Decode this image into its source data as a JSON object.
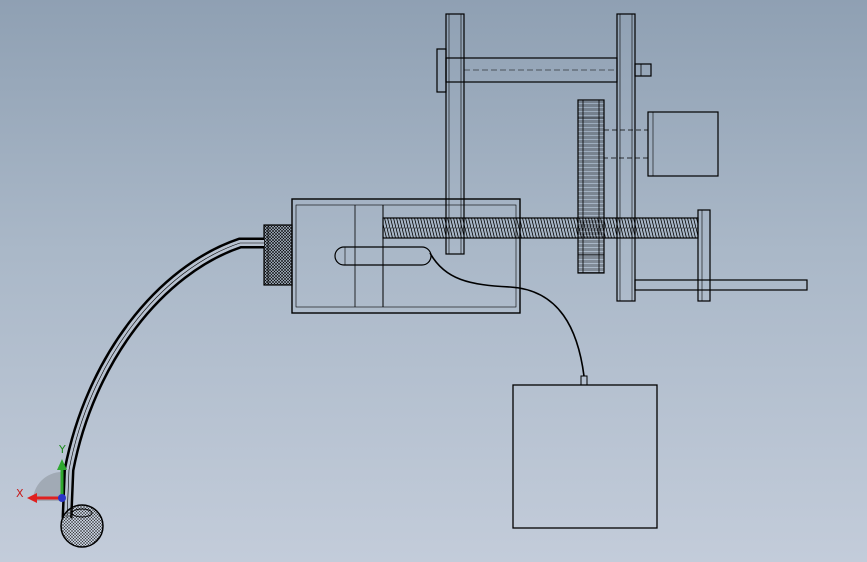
{
  "viewport": {
    "background_top": "#8fa0b3",
    "background_bottom": "#c3ccda",
    "line_color": "#000000"
  },
  "triad": {
    "x_label": "X",
    "y_label": "Y",
    "x_color": "#e0201f",
    "y_color": "#2ea82e",
    "z_color": "#2a35c8"
  },
  "parts": [
    "frame-plate-left",
    "frame-plate-right",
    "top-shaft",
    "drive-gear",
    "motor-housing",
    "lead-screw",
    "carriage-block",
    "knurled-knob",
    "side-bracket",
    "guide-rod",
    "flexible-tube",
    "sensor-probe",
    "signal-cable",
    "controller-box"
  ]
}
